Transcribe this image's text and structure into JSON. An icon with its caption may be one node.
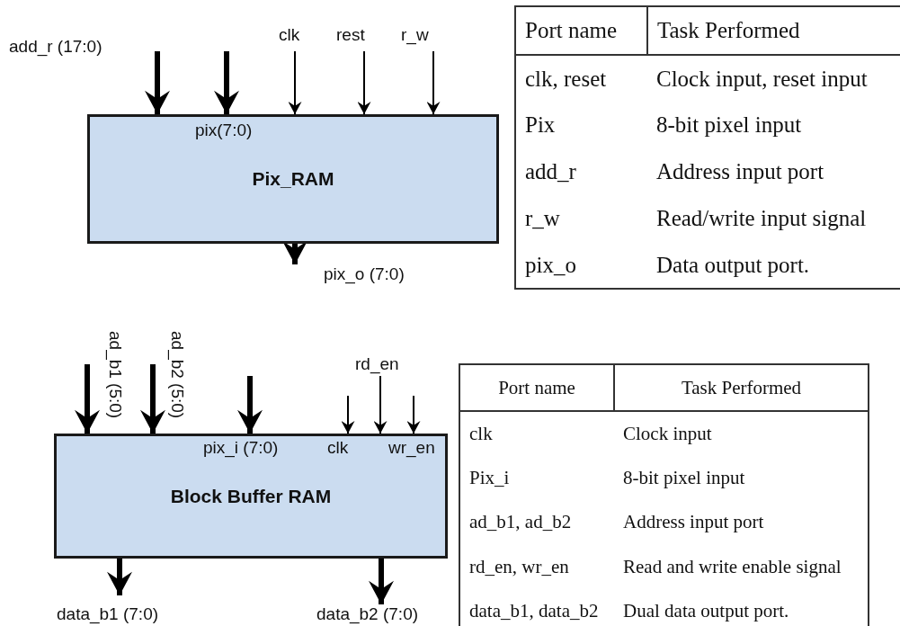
{
  "diagram": {
    "nodes": [
      {
        "text": [
          "clk"
        ]
      },
      {
        "text": [
          "rest"
        ]
      },
      {
        "text": [
          "r_w"
        ]
      },
      {
        "text": [
          "Pix_RAM"
        ]
      },
      {
        "text": [
          "pix_o (7:0)"
        ]
      },
      {
        "text": [
          "ad_b1 (5:0)"
        ]
      },
      {
        "text": [
          "ad_b2 (5:0)"
        ]
      },
      {
        "text": [
          "rd_en"
        ]
      },
      {
        "text": [
          "Block Buffer RAM"
        ]
      },
      {
        "text": [
          "data_b1 (7:0)"
        ]
      },
      {
        "text": [
          "data_b2 (7:0)"
        ]
      }
    ],
    "edges": [
      {
        "from": null,
        "to": 3,
        "arrow": "to"
      },
      {
        "from": null,
        "to": 3,
        "arrow": "to"
      },
      {
        "from": 0,
        "to": 3,
        "arrow": "to"
      },
      {
        "from": 1,
        "to": 3,
        "arrow": "to"
      },
      {
        "from": 2,
        "to": 3,
        "arrow": "to"
      },
      {
        "from": 3,
        "to": 4,
        "arrow": "to"
      },
      {
        "from": 5,
        "to": 8,
        "arrow": "to"
      },
      {
        "from": 6,
        "to": 8,
        "arrow": "to"
      },
      {
        "from": null,
        "to": 8,
        "arrow": "to"
      },
      {
        "from": null,
        "to": 8,
        "arrow": "to"
      },
      {
        "from": 7,
        "to": 8,
        "arrow": "to"
      },
      {
        "from": null,
        "to": 8,
        "arrow": "to"
      },
      {
        "from": 8,
        "to": 9,
        "arrow": "to"
      },
      {
        "from": 8,
        "to": 10,
        "arrow": "to"
      }
    ],
    "labels": [
      "add_r (17:0)",
      "pix(7:0)",
      "Port name",
      "Task Performed",
      "clk, reset",
      "Clock input, reset input",
      "Pix",
      "8-bit pixel input",
      "add_r",
      "Address input port",
      "r_w",
      "Read/write input signal",
      "pix_o",
      "Data output port.",
      "pix_i (7:0)",
      "clk",
      "wr_en",
      "Port name",
      "Task Performed",
      "clk",
      "Clock input",
      "Pix_i",
      "8-bit pixel input",
      "ad_b1, ad_b2",
      "Address input port",
      "rd_en, wr_en",
      "Read and write enable signal",
      "data_b1, data_b2",
      "Dual  data output port."
    ]
  }
}
